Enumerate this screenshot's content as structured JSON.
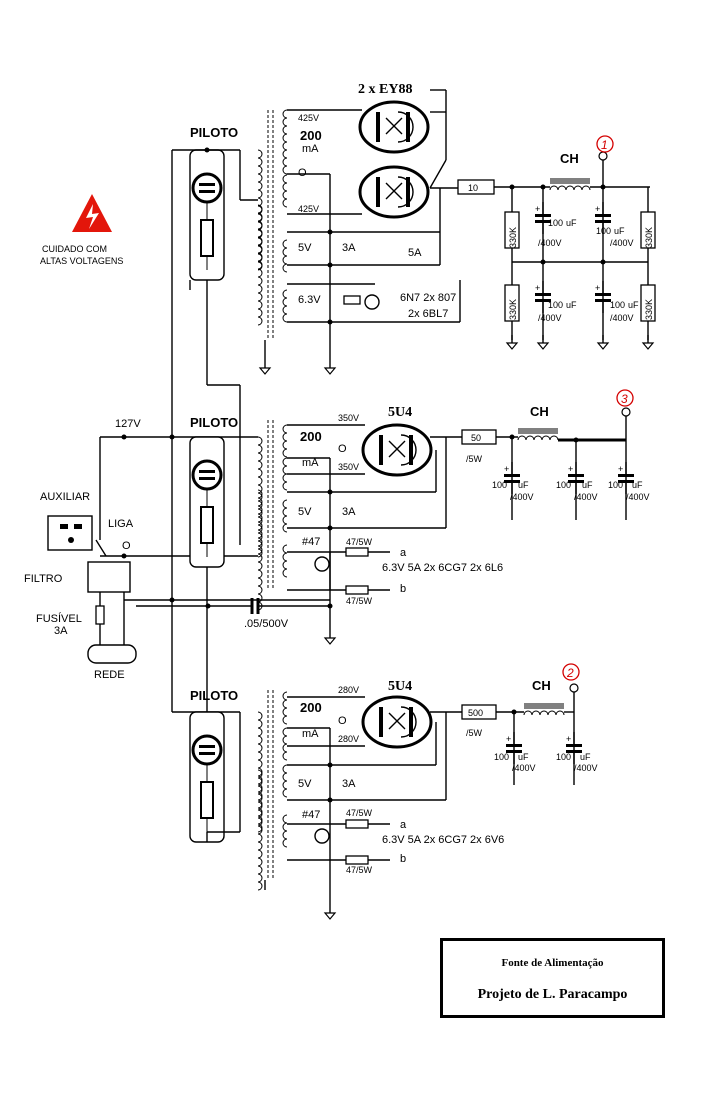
{
  "warning": {
    "line1": "CUIDADO  COM",
    "line2": "ALTAS VOLTAGENS"
  },
  "mains": {
    "voltage": "127V",
    "aux_label": "AUXILIAR",
    "switch_label": "LIGA",
    "switch_o": "O",
    "filter_label": "FILTRO",
    "fuse_label": "FUSÍVEL",
    "fuse_value": "3A",
    "plug_label": "REDE",
    "cap_value": ".05/500V"
  },
  "supply1": {
    "pilot": "PILOTO",
    "tube": "2 x EY88",
    "hv_top": "425V",
    "current": "200",
    "current_unit": "mA",
    "ct": "O",
    "hv_bottom": "425V",
    "fil_v": "5V",
    "fil_a1": "3A",
    "fil_a2": "5A",
    "heater_v": "6.3V",
    "tubes_line1": "6N7  2x 807",
    "tubes_line2": "2x 6BL7",
    "resistor": "10",
    "choke": "CH",
    "output": "1",
    "res_top": "330K",
    "res_bottom": "330K",
    "cap_value": "100",
    "cap_unit": "uF",
    "cap_voltage": "/400V"
  },
  "supply2": {
    "pilot": "PILOTO",
    "tube": "5U4",
    "hv_top": "350V",
    "current": "200",
    "current_unit": "mA",
    "ct": "O",
    "hv_bottom": "350V",
    "fil_v": "5V",
    "fil_a": "3A",
    "lamp": "#47",
    "hum_res": "47/5W",
    "tap_a": "a",
    "tap_b": "b",
    "heater_line": "6.3V  5A   2x 6CG7  2x 6L6",
    "resistor": "50",
    "resistor_watt": "/5W",
    "choke": "CH",
    "output": "3",
    "cap_value": "100",
    "cap_unit": "uF",
    "cap_voltage": "/400V"
  },
  "supply3": {
    "pilot": "PILOTO",
    "tube": "5U4",
    "hv_top": "280V",
    "current": "200",
    "current_unit": "mA",
    "ct": "O",
    "hv_bottom": "280V",
    "fil_v": "5V",
    "fil_a": "3A",
    "lamp": "#47",
    "hum_res": "47/5W",
    "tap_a": "a",
    "tap_b": "b",
    "heater_line": "6.3V  5A   2x 6CG7  2x 6V6",
    "resistor": "500",
    "resistor_watt": "/5W",
    "choke": "CH",
    "output": "2",
    "cap_value": "100",
    "cap_unit": "uF",
    "cap_voltage": "/400V"
  },
  "credits": {
    "title": "Fonte de Alimentação",
    "author": "Projeto de L. Paracampo"
  }
}
